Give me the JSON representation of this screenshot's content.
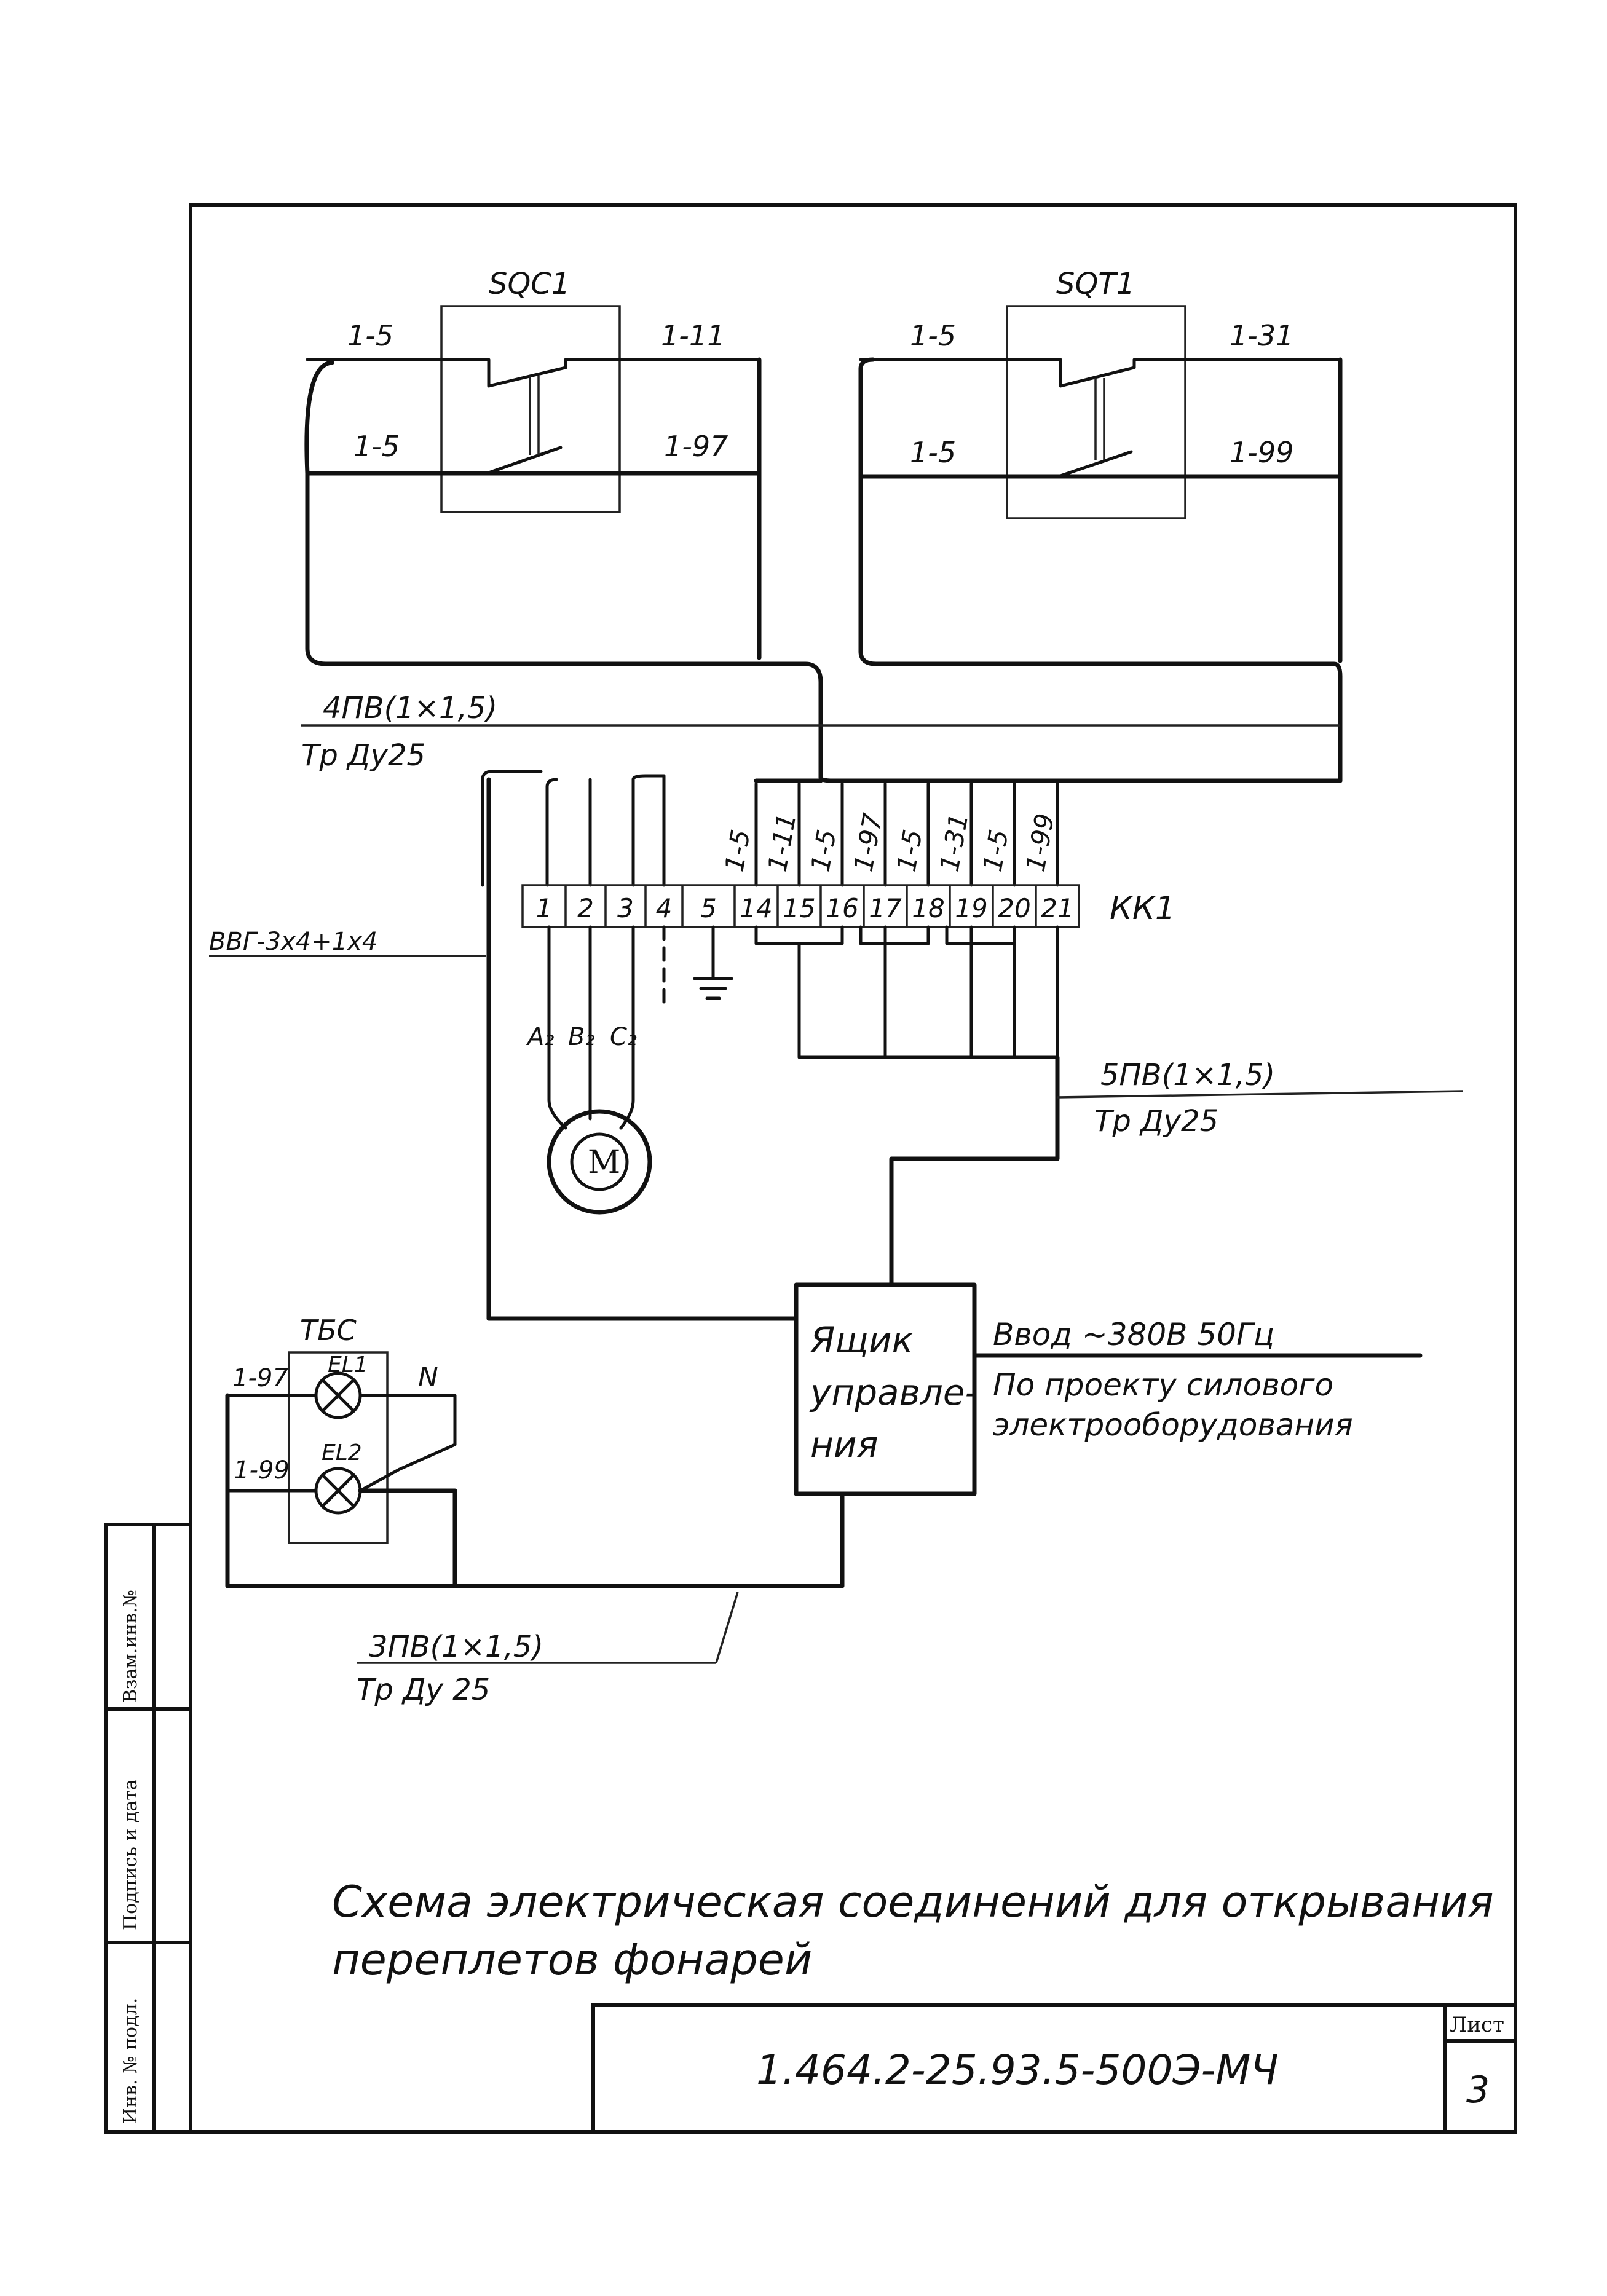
{
  "switches": {
    "sqc1": {
      "name": "SQC1",
      "top_left": "1-5",
      "top_right": "1-11",
      "bot_left": "1-5",
      "bot_right": "1-97"
    },
    "sqt1": {
      "name": "SQT1",
      "top_left": "1-5",
      "top_right": "1-31",
      "bot_left": "1-5",
      "bot_right": "1-99"
    }
  },
  "cables": {
    "c4": {
      "label": "4ПВ(1×1,5)",
      "sub": "Тр Ду25"
    },
    "c5": {
      "label": "5ПВ(1×1,5)",
      "sub": "Тр Ду25"
    },
    "c3": {
      "label": "3ПВ(1×1,5)",
      "sub": "Тр Ду 25"
    },
    "vvg": {
      "label": "ВВГ-3х4+1х4"
    }
  },
  "terminal_block": {
    "name": "КК1",
    "terminals": [
      "1",
      "2",
      "3",
      "4",
      "5",
      "14",
      "15",
      "16",
      "17",
      "18",
      "19",
      "20",
      "21"
    ],
    "wire_labels": [
      "1-5",
      "1-11",
      "1-5",
      "1-97",
      "1-5",
      "1-31",
      "1-5",
      "1-99"
    ]
  },
  "motor": {
    "label": "М",
    "phases": [
      "A₂",
      "B₂",
      "C₂"
    ]
  },
  "lamps": {
    "group": "ТБС",
    "el1": "EL1",
    "el2": "EL2",
    "wire1": "1-97",
    "wire2": "1-99",
    "neutral": "N"
  },
  "control_box": {
    "line1": "Ящик",
    "line2": "управле-",
    "line3": "ния"
  },
  "input": {
    "label": "Ввод ~380В 50Гц",
    "note1": "По проекту силового",
    "note2": "электрооборудования"
  },
  "caption": {
    "line1": "Схема электрическая соединений для открывания",
    "line2": "переплетов фонарей"
  },
  "stamp": {
    "code": "1.464.2-25.93.5-500Э-МЧ",
    "sheet_label": "Лист",
    "sheet_number": "3",
    "side_fields": [
      "Инв. № подл.",
      "Подпись и дата",
      "Взам.инв.№"
    ]
  }
}
